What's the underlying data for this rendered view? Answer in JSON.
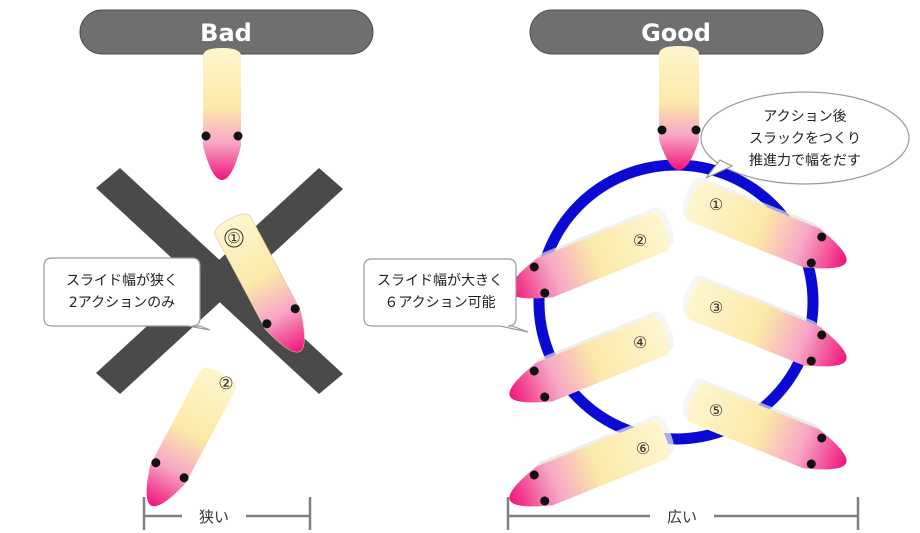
{
  "panels": {
    "bad": {
      "title": "Bad",
      "callout": [
        "スライド幅が狭く",
        "2アクションのみ"
      ],
      "markers": [
        "①",
        "②"
      ],
      "width_label": "狭い"
    },
    "good": {
      "title": "Good",
      "callout_left": [
        "スライド幅が大きく",
        "６アクション可能"
      ],
      "callout_top": [
        "アクション後",
        "スラックをつくり",
        "推進力で幅をだす"
      ],
      "markers": [
        "①",
        "②",
        "③",
        "④",
        "⑤",
        "⑥"
      ],
      "width_label": "広い"
    }
  },
  "colors": {
    "banner": "#6f6f6f",
    "banner_text": "#ffffff",
    "cross": "#4a4a4a",
    "ring": "#0a0ad2",
    "lure_tail": "#fff4c4",
    "lure_head": "#f3197e",
    "bracket": "#7f7f7f"
  }
}
